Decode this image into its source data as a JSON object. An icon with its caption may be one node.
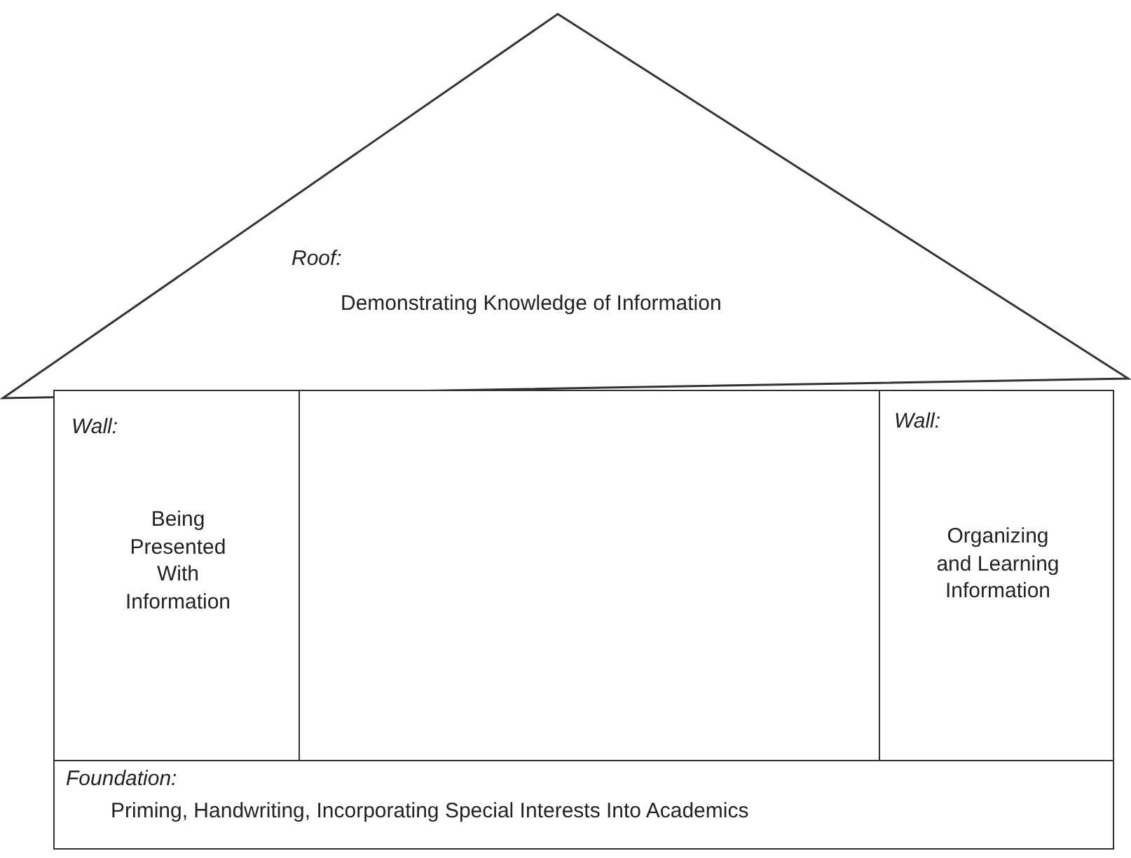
{
  "diagram": {
    "nodes": [
      {
        "text": [
          "Roof:",
          "Demonstrating Knowledge of Information"
        ]
      },
      {
        "text": [
          "Wall:",
          "Being Presented With Information"
        ]
      },
      {
        "text": [],
        "shape": "box"
      },
      {
        "text": [
          "Wall:",
          "Organizing and Learning Information"
        ]
      },
      {
        "text": [
          "Foundation:",
          "Priming, Handwriting, Incorporating Special Interests Into Academics"
        ]
      }
    ]
  }
}
